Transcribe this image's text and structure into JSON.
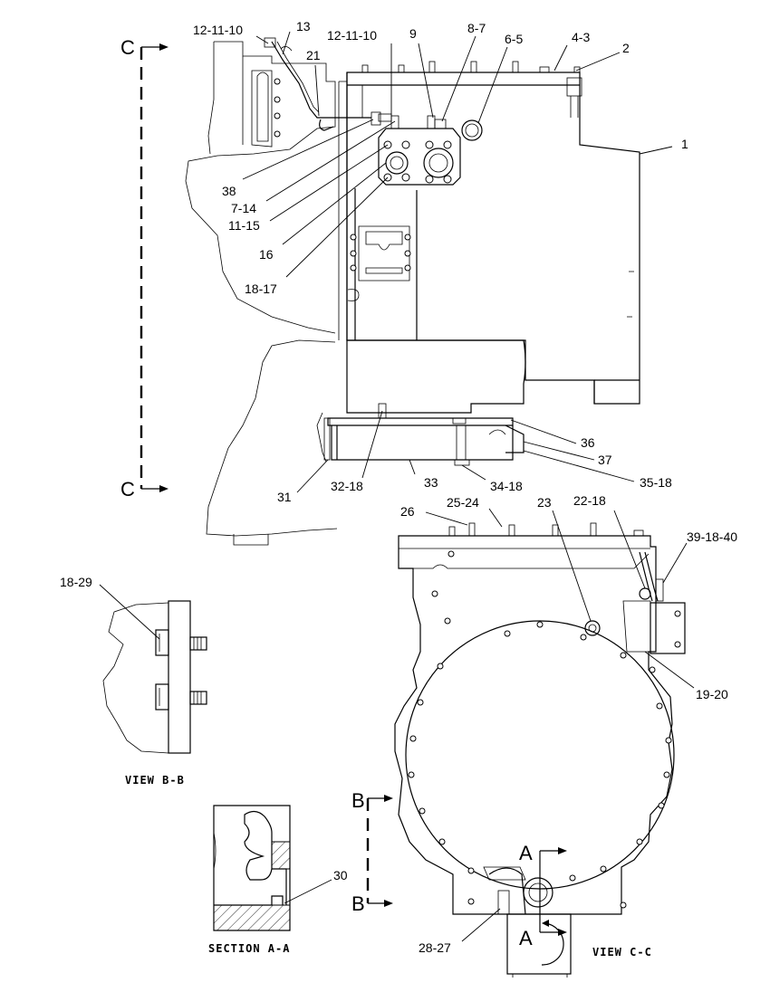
{
  "callouts": {
    "c1": "12-11-10",
    "c2": "13",
    "c3": "21",
    "c4": "12-11-10",
    "c5": "9",
    "c6": "8-7",
    "c7": "6-5",
    "c8": "4-3",
    "c9": "2",
    "c10": "1",
    "c11": "38",
    "c12": "7-14",
    "c13": "11-15",
    "c14": "16",
    "c15": "18-17",
    "c16": "36",
    "c17": "37",
    "c18": "35-18",
    "c19": "33",
    "c20": "34-18",
    "c21": "32-18",
    "c22": "31",
    "c23": "26",
    "c24": "25-24",
    "c25": "23",
    "c26": "22-18",
    "c27": "39-18-40",
    "c28": "19-20",
    "c29": "18-29",
    "c30": "30",
    "c31": "28-27"
  },
  "views": {
    "c_top": "C",
    "c_bottom": "C",
    "b_top": "B",
    "b_bottom": "B",
    "a_top": "A",
    "a_bottom": "A",
    "view_bb": "VIEW B-B",
    "section_aa": "SECTION A-A",
    "view_cc": "VIEW C-C"
  }
}
